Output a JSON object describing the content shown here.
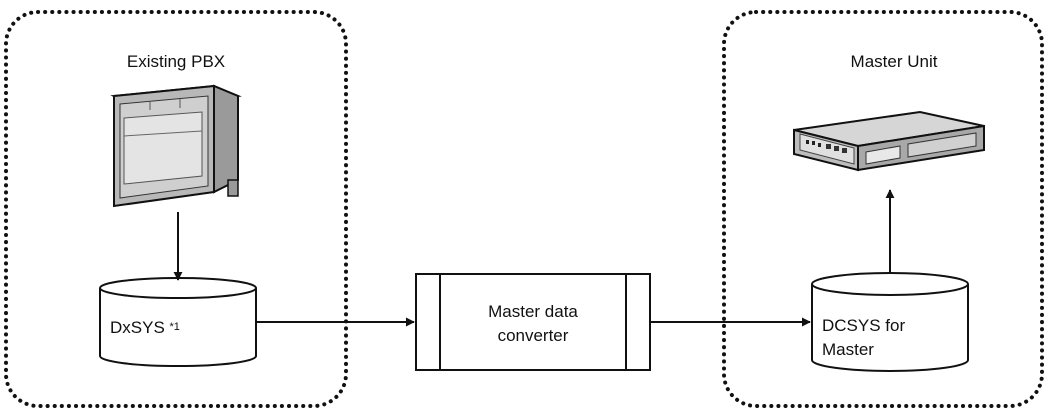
{
  "groups": {
    "existing_pbx": {
      "title": "Existing PBX"
    },
    "master_unit": {
      "title": "Master Unit"
    }
  },
  "nodes": {
    "dxsys": {
      "label": "DxSYS ",
      "footnote": "*1"
    },
    "converter": {
      "line1": "Master data",
      "line2": "converter"
    },
    "dcsys": {
      "line1": "DCSYS for",
      "line2": "Master"
    }
  }
}
